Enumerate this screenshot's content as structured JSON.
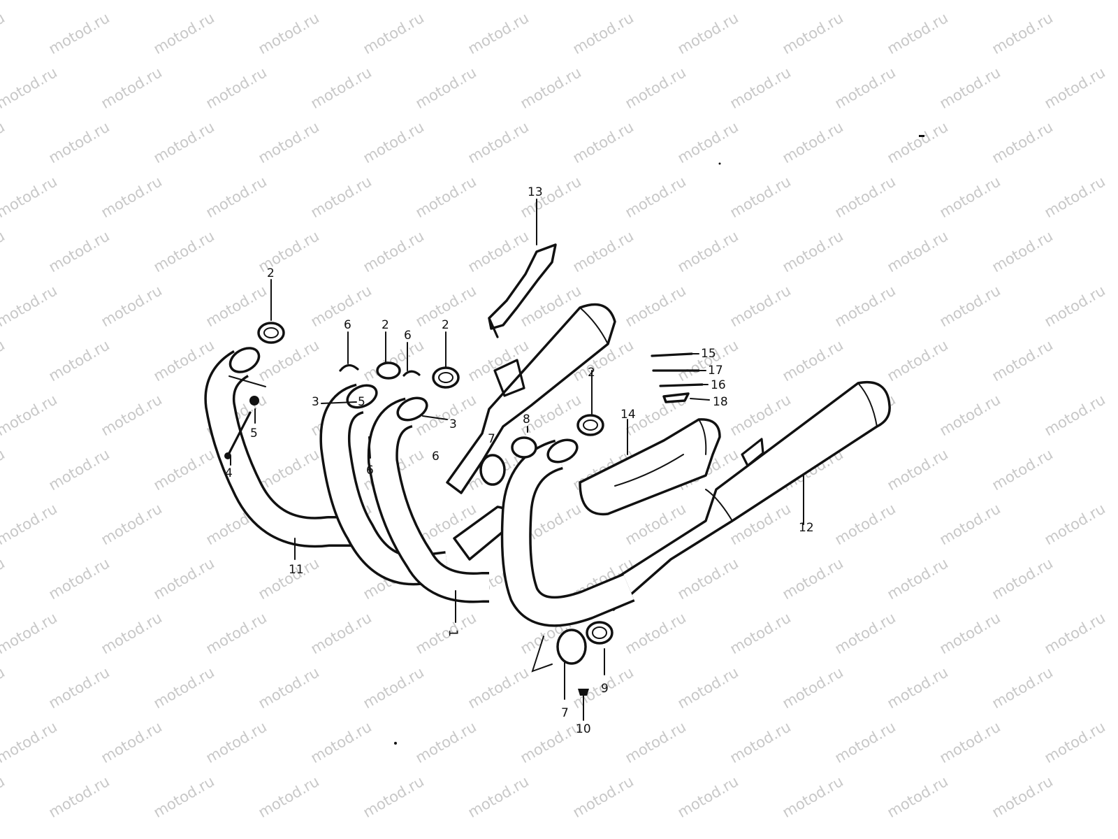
{
  "watermark": {
    "text": "motod.ru",
    "color": "#c8c8c8"
  },
  "diagram": {
    "line_color": "#111111",
    "background": "#ffffff",
    "callouts": {
      "c1": "1",
      "c2a": "2",
      "c2b": "2",
      "c2c": "2",
      "c2d": "2",
      "c3a": "3",
      "c3b": "3",
      "c4": "4",
      "c5a": "5",
      "c5b": "5",
      "c6a": "6",
      "c6b": "6",
      "c6c": "6",
      "c6d": "6",
      "c7a": "7",
      "c7b": "7",
      "c8": "8",
      "c9": "9",
      "c10": "10",
      "c11": "11",
      "c12": "12",
      "c13": "13",
      "c14": "14",
      "c15": "15",
      "c16": "16",
      "c17": "17",
      "c18": "18"
    }
  }
}
